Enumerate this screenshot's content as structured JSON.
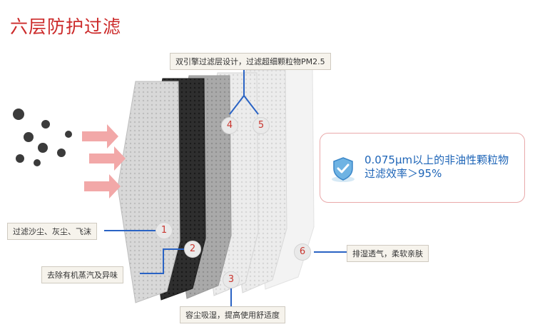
{
  "title": "六层防护过滤",
  "labels": {
    "top": "双引擎过滤层设计，过滤超细颗粒物PM2.5",
    "layer1": "过滤沙尘、灰尘、飞沫",
    "layer2": "去除有机蒸汽及异味",
    "layer3": "容尘吸湿，提高使用舒适度",
    "layer6": "排湿透气，柔软亲肤"
  },
  "numbers": [
    "1",
    "2",
    "3",
    "4",
    "5",
    "6"
  ],
  "info": {
    "line1": "0.075μm以上的非油性颗粒物",
    "line2": "过滤效率＞95%",
    "icon": "shield-check-icon"
  },
  "colors": {
    "title": "#cc2a2a",
    "accent": "#2a63c4",
    "info_text": "#1d64b7",
    "arrow": "#f2a8a8"
  }
}
